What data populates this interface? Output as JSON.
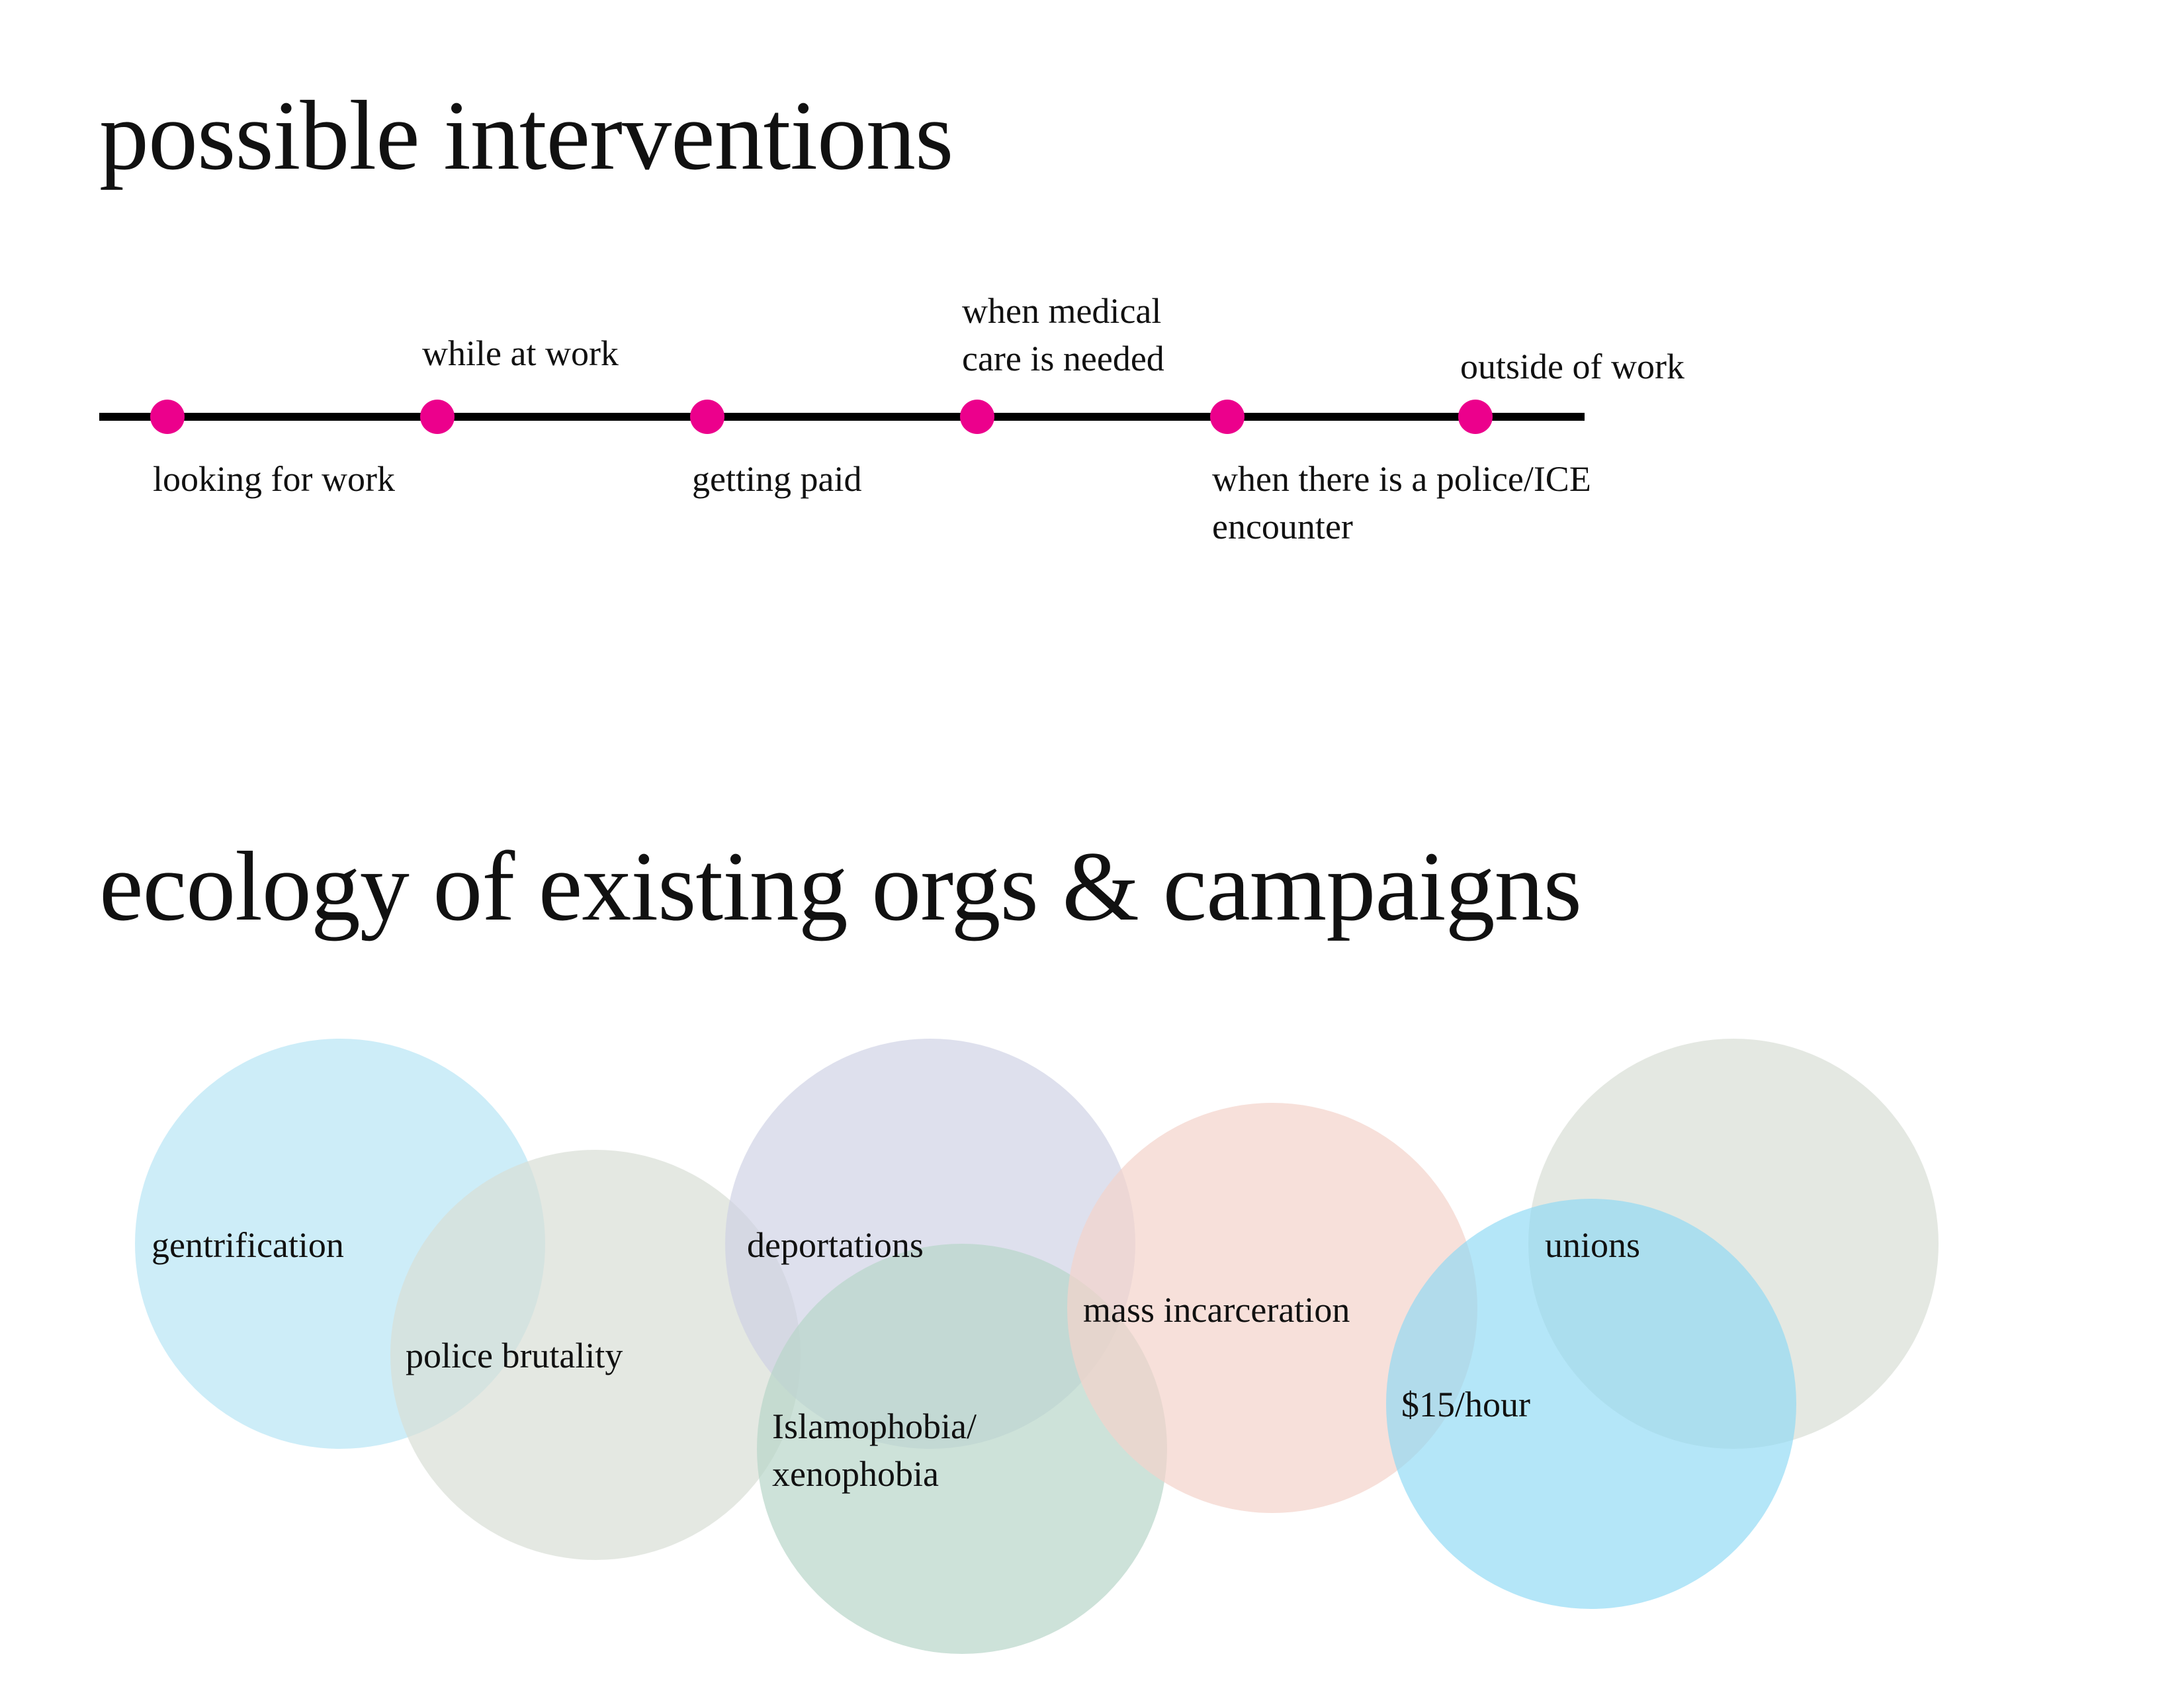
{
  "headings": {
    "interventions": "possible interventions",
    "ecology": "ecology of existing orgs & campaigns"
  },
  "timeline": {
    "dot_color": "#ec008c",
    "line_color": "#000000",
    "stages": [
      {
        "label": "looking for work",
        "label_side": "below"
      },
      {
        "label": "while at work",
        "label_side": "above"
      },
      {
        "label": "getting paid",
        "label_side": "below"
      },
      {
        "label": "when medical\ncare is needed",
        "label_side": "above"
      },
      {
        "label": "when there is a police/ICE\nencounter",
        "label_side": "below"
      },
      {
        "label": "outside of work",
        "label_side": "above"
      }
    ]
  },
  "ecology": {
    "circles": [
      {
        "label": "gentrification",
        "color": "#b2e4f5"
      },
      {
        "label": "police brutality",
        "color": "#d9ded5"
      },
      {
        "label": "deportations",
        "color": "#cdd0e4"
      },
      {
        "label": "Islamophobia/\nxenophobia",
        "color": "#b8d5c9"
      },
      {
        "label": "mass incarceration",
        "color": "#f4d3cb"
      },
      {
        "label": "unions",
        "color": "#d9ded5"
      },
      {
        "label": "$15/hour",
        "color": "#8cd9f4"
      }
    ]
  }
}
